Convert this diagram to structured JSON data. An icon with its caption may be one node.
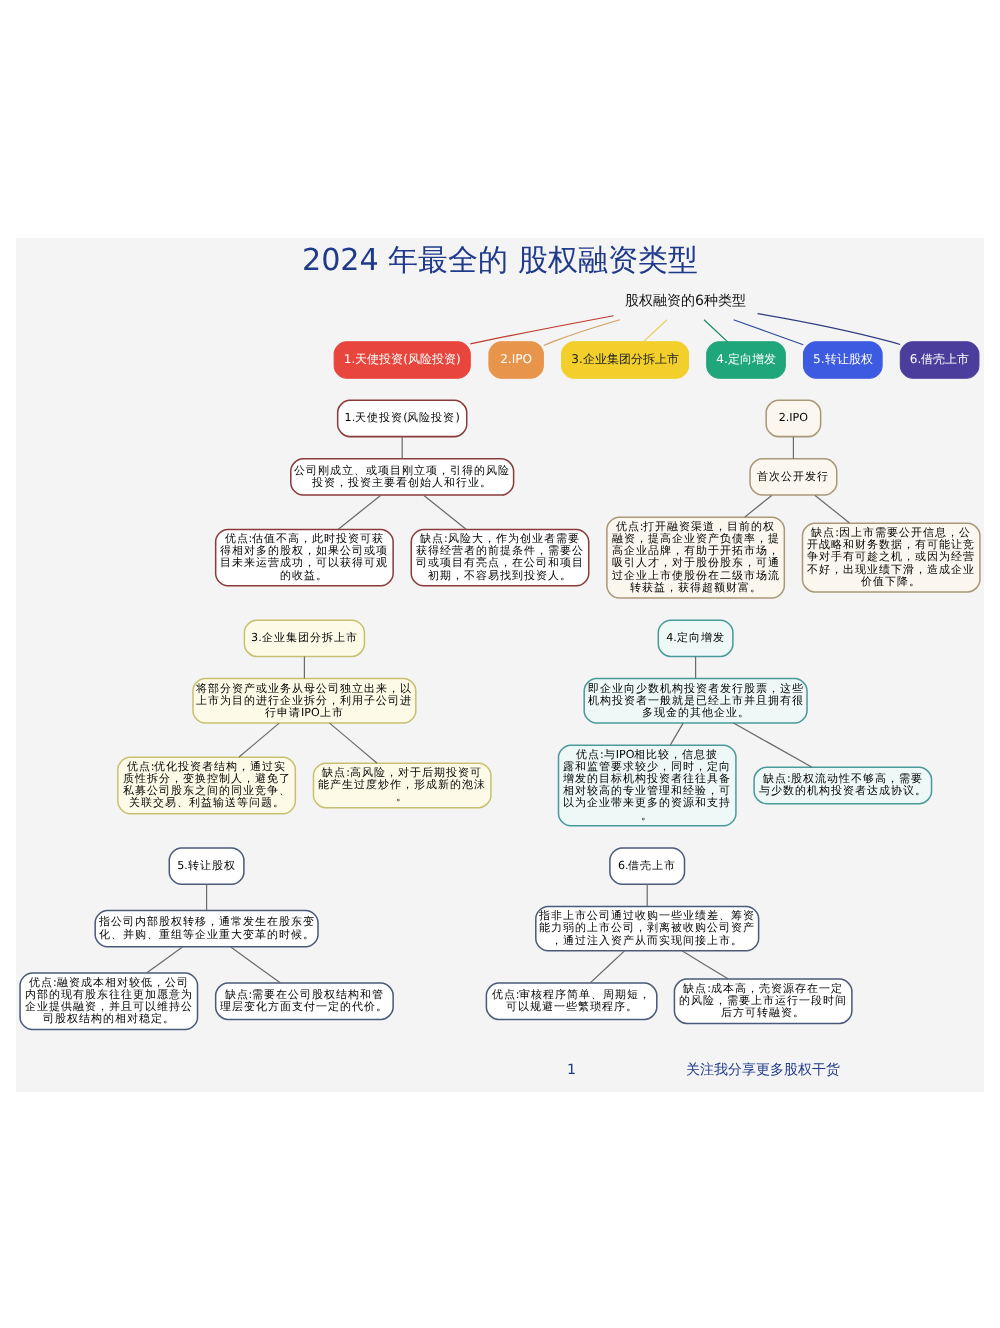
{
  "diagram": {
    "title": "2024 年最全的 股权融资类型",
    "nodes": [
      {
        "text": [
          "股权融资的6种类型"
        ]
      },
      {
        "text": [
          "1.天使投资(风险投资)"
        ]
      },
      {
        "text": [
          "2.IPO"
        ]
      },
      {
        "text": [
          "3.企业集团分拆上市"
        ]
      },
      {
        "text": [
          "4.定向增发"
        ]
      },
      {
        "text": [
          "5.转让股权"
        ]
      },
      {
        "text": [
          "6.借壳上市"
        ]
      },
      {
        "text": [
          "1.天使投资(风险投资)"
        ]
      },
      {
        "text": [
          "公司刚成立、或项目刚立项，引得的风险投资，投资主要看创始人和行业。"
        ]
      },
      {
        "text": [
          "优点:估值不高，此时投资可获得相对多的股权，如果公司或项目未来运营成功，可以获得可观的收益。"
        ]
      },
      {
        "text": [
          "缺点:风险大，作为创业者需要获得经营者的前提条件，需要公司或项目有亮点，在公司和项目初期，不容易找到投资人。"
        ]
      },
      {
        "text": [
          "2.IPO"
        ]
      },
      {
        "text": [
          "首次公开发行"
        ]
      },
      {
        "text": [
          "优点:打开融资渠道，目前的权融资，提高企业资产负债率，提高企业品牌，有助于开拓市场，吸引人才，对于股份股东，可通过企业上市使股份在二级市场流转获益，获得超额财富。"
        ]
      },
      {
        "text": [
          "缺点:因上市需要公开信息，公开战略和财务数据，有可能让竞争对手有可趁之机，或因为经营不好，出现业绩下滑，造成企业价值下降。"
        ]
      },
      {
        "text": [
          "3.企业集团分拆上市"
        ]
      },
      {
        "text": [
          "将部分资产或业务从母公司独立出来，以上市为目的进行企业拆分，利用子公司进行申请IPO上市"
        ]
      },
      {
        "text": [
          "优点:优化投资者结构，通过实质性拆分，变换控制人，避免了私募公司股东之间的同业竞争、关联交易、利益输送等问题。"
        ]
      },
      {
        "text": [
          "缺点:高风险，对于后期投资可能产生过度炒作，形成新的泡沫。"
        ]
      },
      {
        "text": [
          "4.定向增发"
        ]
      },
      {
        "text": [
          "即企业向少数机构投资者发行股票，这些机构投资者一般就是已经上市并且拥有很多现金的其他企业。"
        ]
      },
      {
        "text": [
          "优点:与IPO相比较，信息披露和监管要求较少，同时，定向增发的目标机构投资者往往具备相对较高的专业管理和经验，可以为企业带来更多的资源和支持。"
        ]
      },
      {
        "text": [
          "缺点:股权流动性不够高，需要与少数的机构投资者达成协议。"
        ]
      },
      {
        "text": [
          "5.转让股权"
        ]
      },
      {
        "text": [
          "指公司内部股权转移，通常发生在股东变化、并购、重组等企业重大变革的时候。"
        ]
      },
      {
        "text": [
          "优点:融资成本相对较低，公司内部的现有股东往往更加愿意为企业提供融资，并且可以维持公司股权结构的相对稳定。"
        ]
      },
      {
        "text": [
          "缺点:需要在公司股权结构和管理层变化方面支付一定的代价。"
        ]
      },
      {
        "text": [
          "6.借壳上市"
        ]
      },
      {
        "text": [
          "指非上市公司通过收购一些业绩差、筹资能力弱的上市公司，剥离被收购公司资产，通过注入资产从而实现间接上市。"
        ]
      },
      {
        "text": [
          "优点:审核程序简单、周期短，可以规避一些繁琐程序。"
        ]
      },
      {
        "text": [
          "缺点:成本高，壳资源存在一定的风险，需要上市运行一段时间后方可转融资。"
        ]
      }
    ],
    "edges": [
      {
        "from": 0,
        "to": 1,
        "arrow": "none",
        "color": "#c0392b"
      },
      {
        "from": 0,
        "to": 2,
        "arrow": "none",
        "color": "#d4a060"
      },
      {
        "from": 0,
        "to": 3,
        "arrow": "none",
        "color": "#e8d060"
      },
      {
        "from": 0,
        "to": 4,
        "arrow": "none",
        "color": "#1f8a6a"
      },
      {
        "from": 0,
        "to": 5,
        "arrow": "none",
        "color": "#2e4a9a"
      },
      {
        "from": 0,
        "to": 6,
        "arrow": "none",
        "color": "#2e3a80"
      },
      {
        "from": 7,
        "to": 8,
        "arrow": "none"
      },
      {
        "from": 8,
        "to": 9,
        "arrow": "none"
      },
      {
        "from": 8,
        "to": 10,
        "arrow": "none"
      },
      {
        "from": 11,
        "to": 12,
        "arrow": "none"
      },
      {
        "from": 12,
        "to": 13,
        "arrow": "none"
      },
      {
        "from": 12,
        "to": 14,
        "arrow": "none"
      },
      {
        "from": 15,
        "to": 16,
        "arrow": "none"
      },
      {
        "from": 16,
        "to": 17,
        "arrow": "none"
      },
      {
        "from": 16,
        "to": 18,
        "arrow": "none"
      },
      {
        "from": 19,
        "to": 20,
        "arrow": "none"
      },
      {
        "from": 20,
        "to": 21,
        "arrow": "none"
      },
      {
        "from": 20,
        "to": 22,
        "arrow": "none"
      },
      {
        "from": 23,
        "to": 24,
        "arrow": "none"
      },
      {
        "from": 24,
        "to": 25,
        "arrow": "none"
      },
      {
        "from": 24,
        "to": 26,
        "arrow": "none"
      },
      {
        "from": 27,
        "to": 28,
        "arrow": "none"
      },
      {
        "from": 28,
        "to": 29,
        "arrow": "none"
      },
      {
        "from": 28,
        "to": 30,
        "arrow": "none"
      }
    ],
    "labels": [
      "1",
      "关注我分享更多股权干货"
    ]
  }
}
